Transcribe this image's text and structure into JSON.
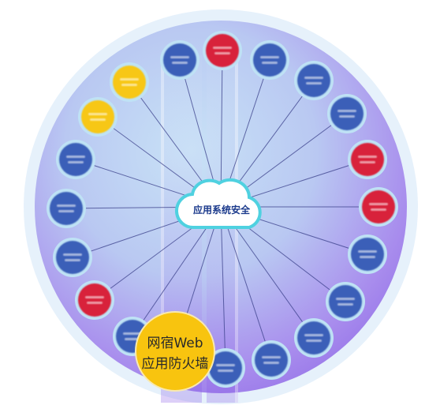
{
  "hub": {
    "label": "应用系统安全"
  },
  "highlight": {
    "line1": "网宿Web",
    "line2": "应用防火墙"
  },
  "nodes": [
    {
      "color": "blue"
    },
    {
      "color": "red"
    },
    {
      "color": "blue"
    },
    {
      "color": "blue"
    },
    {
      "color": "blue"
    },
    {
      "color": "red"
    },
    {
      "color": "red"
    },
    {
      "color": "blue"
    },
    {
      "color": "blue"
    },
    {
      "color": "blue"
    },
    {
      "color": "blue"
    },
    {
      "color": "blue"
    },
    {
      "color": "blue"
    },
    {
      "color": "red"
    },
    {
      "color": "blue"
    },
    {
      "color": "blue"
    },
    {
      "color": "blue"
    },
    {
      "color": "yellow"
    },
    {
      "color": "yellow"
    }
  ],
  "palette": {
    "blue": "#3a5fb8",
    "red": "#d8203a",
    "yellow": "#f7c713",
    "ring": "#b4d8f0",
    "hub_outline": "#4fd1e0",
    "highlight": "#f8c40f"
  }
}
